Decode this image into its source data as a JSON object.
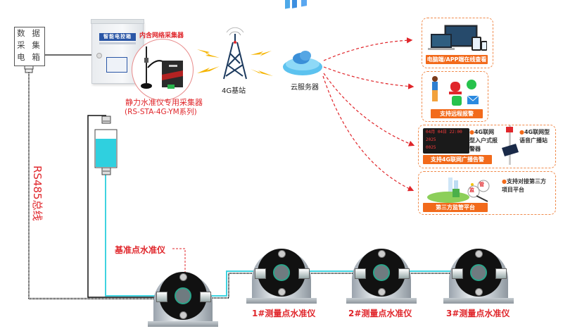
{
  "data_box": {
    "lines": [
      "数 据",
      "采 集",
      "电 箱"
    ]
  },
  "cabinet": {
    "badge": "智能电控箱"
  },
  "collector": {
    "top_label": "内含网络采集器",
    "name_line1": "静力水准仪专用采集器",
    "name_line2": "(RS-STA-4G-YM系列)"
  },
  "tower": {
    "label": "4G基站"
  },
  "cloud": {
    "label": "云服务器"
  },
  "bus_label": "RS485总线",
  "panels": [
    {
      "tag": "电脑端/APP端在线查看"
    },
    {
      "tag": "支持远程报警"
    },
    {
      "tag": "支持4G联网广播告警",
      "bullets": [
        "4G联网型入户式报警器",
        "4G联网型语音广播站"
      ],
      "display": {
        "row1": "04月 04日 22:00",
        "row2": "2025",
        "row3": "0025"
      }
    },
    {
      "tag": "第三方监管平台",
      "bullets": [
        "支持对接第三方项目平台"
      ],
      "seal1": "监",
      "seal2": "管"
    }
  ],
  "levels": [
    {
      "label": "基准点水准仪"
    },
    {
      "label": "1#测量点水准仪"
    },
    {
      "label": "2#测量点水准仪"
    },
    {
      "label": "3#测量点水准仪"
    }
  ],
  "colors": {
    "accent_red": "#e0262b",
    "accent_orange": "#f26a1b",
    "water_cyan": "#3fd3e0"
  }
}
